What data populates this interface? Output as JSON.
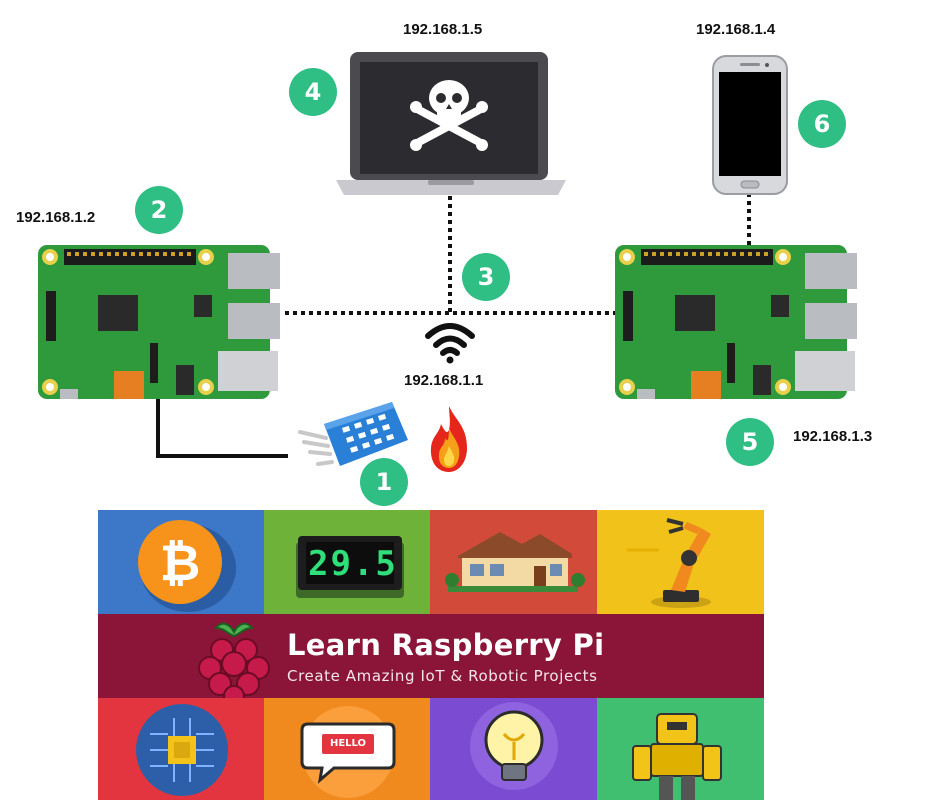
{
  "ips": {
    "laptop": "192.168.1.5",
    "phone": "192.168.1.4",
    "pi_left": "192.168.1.2",
    "router": "192.168.1.1",
    "pi_right": "192.168.1.3"
  },
  "badges": [
    "1",
    "2",
    "3",
    "4",
    "5",
    "6"
  ],
  "sensor_display": "29.5",
  "banner": {
    "title": "Learn Raspberry Pi",
    "subtitle": "Create Amazing IoT & Robotic Projects",
    "bg_color": "#8a1538"
  },
  "bubble_text": "HELLO",
  "colors": {
    "badge": "#2fbf84",
    "pcb": "#2e9a3c",
    "tile_top": [
      "#3d78c8",
      "#6fb23a",
      "#d24a3a",
      "#f0c21a"
    ],
    "tile_bottom": [
      "#e2353f",
      "#f08a1e",
      "#7b4bd1",
      "#3fbf6f"
    ]
  },
  "icons": [
    "skull-crossbones-icon",
    "wifi-icon",
    "flame-icon",
    "bitcoin-icon",
    "house-icon",
    "robot-arm-icon",
    "chip-icon",
    "speech-bubble-icon",
    "lightbulb-icon",
    "robot-icon",
    "raspberry-logo-icon"
  ]
}
